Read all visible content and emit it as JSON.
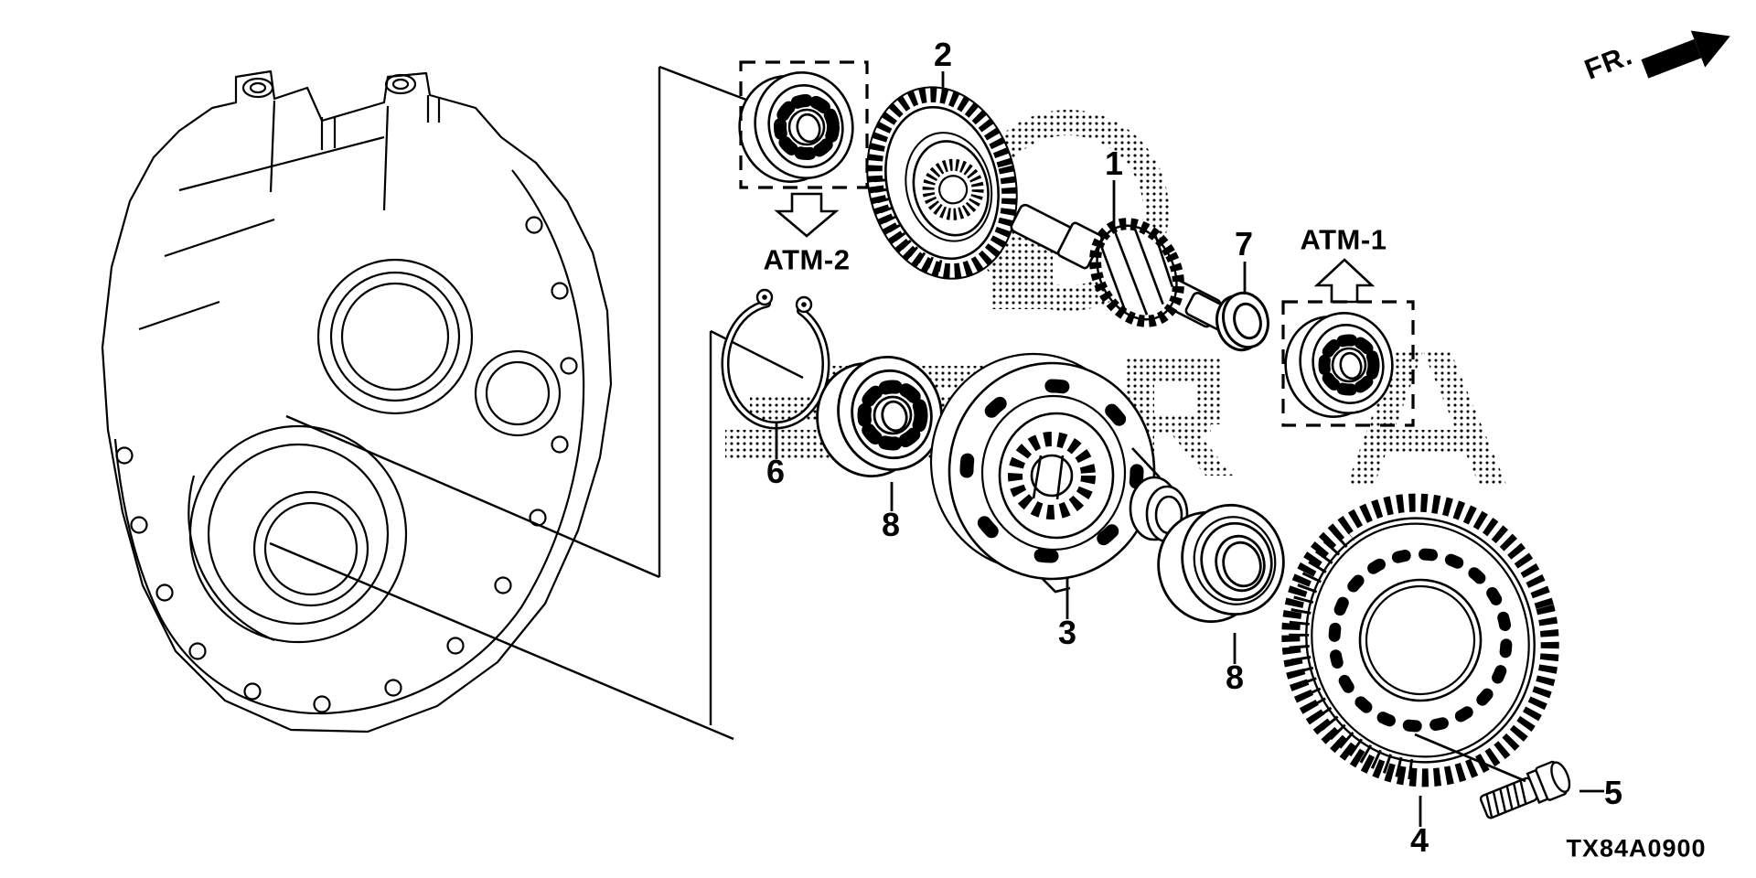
{
  "diagram": {
    "code": "TX84A0900",
    "front_indicator": "FR.",
    "references": {
      "atm1": "ATM-1",
      "atm2": "ATM-2"
    },
    "callouts": {
      "c1": "1",
      "c2": "2",
      "c3": "3",
      "c4": "4",
      "c5": "5",
      "c6": "6",
      "c7": "7",
      "c8a": "8",
      "c8b": "8"
    },
    "line_color": "#000000",
    "background_color": "#ffffff"
  }
}
